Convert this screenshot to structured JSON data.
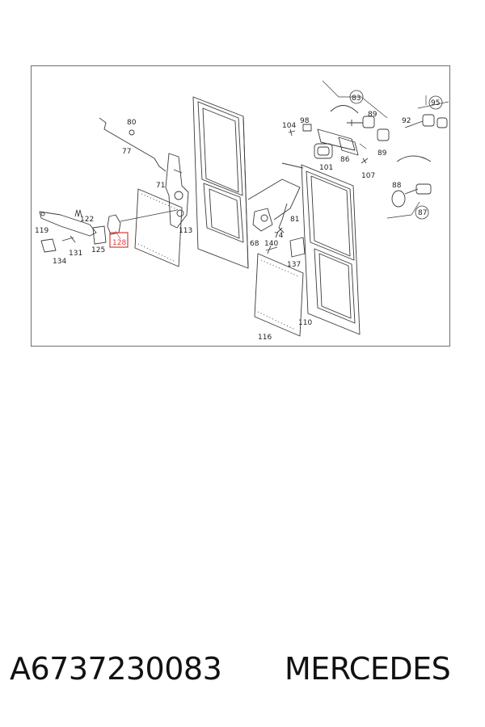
{
  "diagram": {
    "callouts": {
      "c80": "80",
      "c77": "77",
      "c71": "71",
      "c122": "122",
      "c119": "119",
      "c134": "134",
      "c131": "131",
      "c125": "125",
      "c128": "128",
      "c113": "113",
      "c104": "104",
      "c98": "98",
      "c83": "83",
      "c89a": "89",
      "c89b": "89",
      "c92": "92",
      "c95": "95",
      "c86": "86",
      "c101": "101",
      "c107": "107",
      "c81": "81",
      "c74": "74",
      "c68": "68",
      "c140": "140",
      "c137": "137",
      "c88": "88",
      "c87": "87",
      "c110": "110",
      "c116": "116"
    },
    "highlighted_callout": "128",
    "colors": {
      "line": "#3a3a3a",
      "highlight": "#e03a3a"
    }
  },
  "caption": {
    "part_number": "A6737230083",
    "brand": "MERCEDES"
  }
}
